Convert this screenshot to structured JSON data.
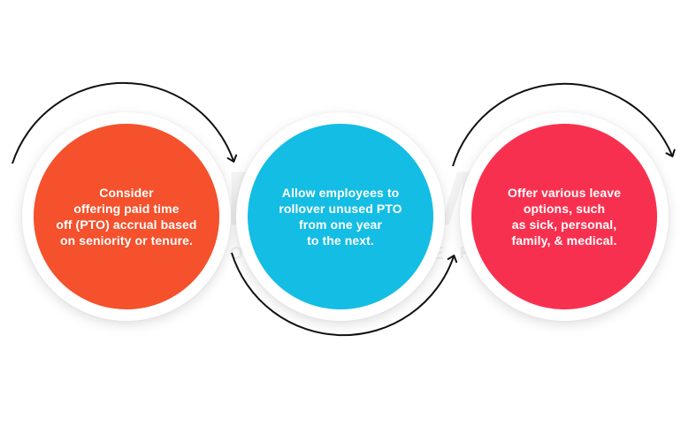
{
  "steps": [
    {
      "text": "Consider\noffering paid time\noff (PTO) accrual based\non seniority or tenure.",
      "color": "#f4512c"
    },
    {
      "text": "Allow employees to\nrollover unused PTO\nfrom one year\nto the next.",
      "color": "#14bde3"
    },
    {
      "text": "Offer various leave\noptions, such\nas sick, personal,\nfamily, & medical.",
      "color": "#f8304f"
    }
  ],
  "watermark": {
    "logo": "OONEHUMANR",
    "tagline": "YOUR ALL-IN-ONE HR PARTNER"
  },
  "arrow_color": "#111111"
}
